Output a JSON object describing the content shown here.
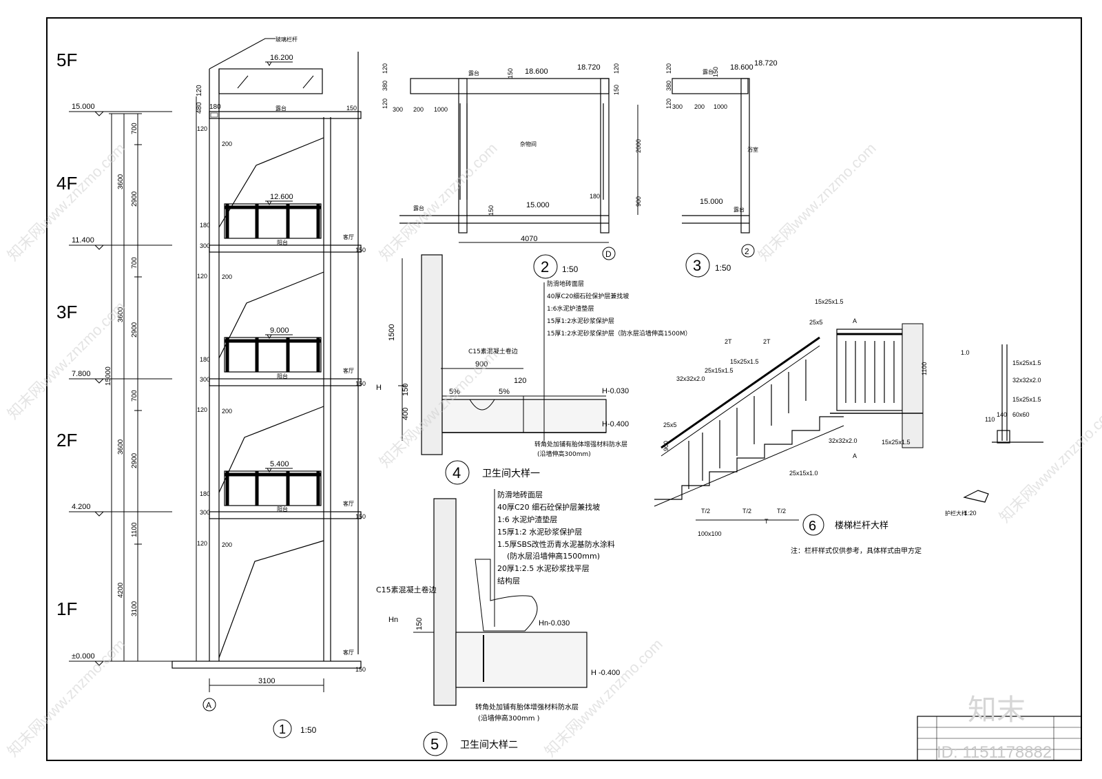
{
  "floors": [
    "5F",
    "4F",
    "3F",
    "2F",
    "1F"
  ],
  "levels": [
    "15.000",
    "11.400",
    "7.800",
    "4.200",
    "±0.000"
  ],
  "balcony_levels": [
    "16.200",
    "12.600",
    "9.000",
    "5.400"
  ],
  "dims_main": {
    "total": "15000",
    "floor_h": "3600",
    "floor1_h": "4200",
    "upper_700": "700",
    "upper_2900": "2900",
    "g1100": "1100",
    "g3100": "3100",
    "d120": "120",
    "d480": "480",
    "d180": "180",
    "d200": "200",
    "d300": "300",
    "d150": "150",
    "width": "3100",
    "grid_a": "A",
    "scale": "1:50",
    "num": "1"
  },
  "labels_main": {
    "railing_glass": "玻璃栏杆",
    "roof_terrace": "露台",
    "balcony": "阳台",
    "living": "客厅"
  },
  "detail2": {
    "num": "2",
    "scale": "1:50",
    "room": "杂物间",
    "terrace": "露台",
    "l1": "18.600",
    "l2": "18.720",
    "l3": "15.000",
    "d120": "120",
    "d380": "380",
    "d300": "300",
    "d200": "200",
    "d1000": "1000",
    "d150": "150",
    "d2000": "2000",
    "d900": "900",
    "d180": "180",
    "width": "4070",
    "grid": "D"
  },
  "detail3": {
    "num": "3",
    "scale": "1:50",
    "room": "浴室",
    "terrace": "露台",
    "l1": "18.600",
    "l2": "18.720",
    "l3": "15.000",
    "grid": "2",
    "d120": "120",
    "d380": "380",
    "d300": "300",
    "d200": "200",
    "d1000": "1000",
    "d150": "150"
  },
  "detail4": {
    "num": "4",
    "title": "卫生间大样一",
    "layers": [
      "防滑地砖面层",
      "40厚C20细石砼保护层兼找坡",
      "1:6水泥炉渣垫层",
      "15厚1:2水泥砂浆保护层",
      "15厚1:2水泥砂浆保护层（防水层沿墙伸高1500M）"
    ],
    "curb": "C15素混凝土卷边",
    "corner_note": "转角处加铺有胎体增强材料防水层",
    "corner_note2": "(沿墙伸高300mm)",
    "d900": "900",
    "d120": "120",
    "d1500": "1500",
    "d150": "150",
    "d400": "400",
    "slope1": "5%",
    "slope2": "5%",
    "h": "H",
    "h1": "H-0.030",
    "h2": "H-0.400"
  },
  "detail5": {
    "num": "5",
    "title": "卫生间大样二",
    "layers": [
      "防滑地砖面层",
      "40厚C20 细石砼保护层兼找坡",
      "1:6 水泥炉渣垫层",
      "15厚1:2 水泥砂浆保护层",
      "1.5厚SBS改性沥青水泥基防水涂料",
      "(防水层沿墙伸高1500mm)",
      "20厚1:2.5 水泥砂浆找平层",
      "结构层"
    ],
    "curb": "C15素混凝土卷边",
    "corner_note": "转角处加铺有胎体增强材料防水层",
    "corner_note2": "(沿墙伸高300mm )",
    "d150": "150",
    "hn": "Hn",
    "h1": "Hn-0.030",
    "h2": "H -0.400"
  },
  "detail6": {
    "num": "6",
    "title": "楼梯栏杆大样",
    "note": "注：栏杆样式仅供参考，具体样式由甲方定",
    "spec1": "15x25x1.5",
    "spec2": "25x15x1.5",
    "spec3": "32x32x2.0",
    "spec4": "25x5",
    "spec5": "25x15x1.0",
    "spec6": "60x60",
    "spec7": "1.0",
    "spec8": "100x100",
    "d2t": "2T",
    "dT": "T",
    "dT2": "T/2",
    "d900": "900",
    "d1100": "1100",
    "d110": "110",
    "d140": "140",
    "dA": "A",
    "scale_small": "1:20",
    "small_label": "护栏大样"
  },
  "title_block": {
    "brand": "知末",
    "id": "ID: 1151178882",
    "watermark": "知末网www.znzmo.com"
  }
}
